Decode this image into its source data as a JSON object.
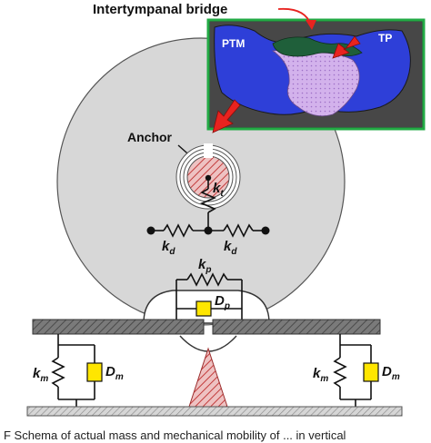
{
  "labels": {
    "intertympanal_bridge": "Intertympanal bridge",
    "ptm": "PTM",
    "tp": "TP",
    "anchor": "Anchor",
    "k_t_main": "k",
    "k_t_sub": "t",
    "k_d_left_main": "k",
    "k_d_left_sub": "d",
    "k_d_right_main": "k",
    "k_d_right_sub": "d",
    "k_p_main": "k",
    "k_p_sub": "p",
    "D_p_main": "D",
    "D_p_sub": "p",
    "k_m_left_main": "k",
    "k_m_left_sub": "m",
    "D_m_left_main": "D",
    "D_m_left_sub": "m",
    "k_m_right_main": "k",
    "k_m_right_sub": "m",
    "D_m_right_main": "D",
    "D_m_right_sub": "m"
  },
  "caption": "F     Schema of actual mass and mechanical mobility of ... in vertical",
  "colors": {
    "inset_border": "#22aa44",
    "membrane_blue": "#2e3fd8",
    "bridge_green": "#1f5f3a",
    "hatch_purple": "#c9a2e6",
    "disc_gray": "#d7d7d7",
    "anchor_red": "#e08c8c",
    "arrow_red": "#e8231f",
    "damper_yellow": "#ffe600",
    "beam_gray": "#666666"
  }
}
